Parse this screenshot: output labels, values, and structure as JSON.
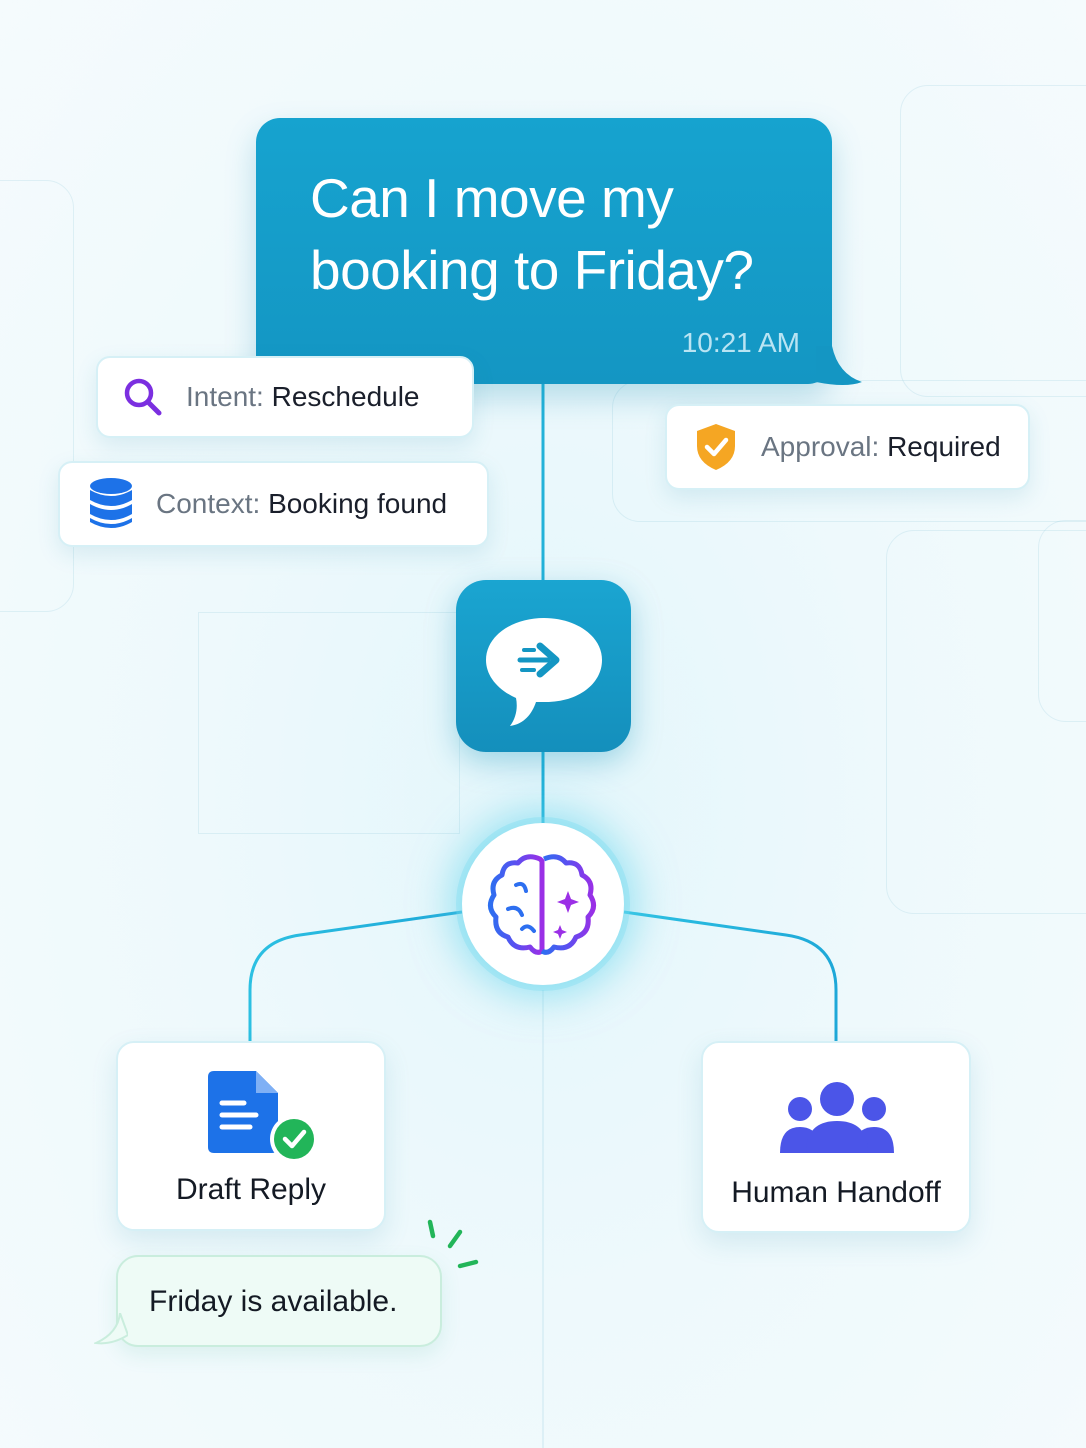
{
  "message": {
    "text": "Can I move my booking to Friday?",
    "time": "10:21 AM"
  },
  "chips": {
    "intent": {
      "label": "Intent:",
      "value": "Reschedule"
    },
    "context": {
      "label": "Context:",
      "value": "Booking found"
    },
    "approval": {
      "label": "Approval:",
      "value": "Required"
    }
  },
  "nodes": {
    "agent_icon": "chat-arrow-icon",
    "brain_icon": "brain-icon"
  },
  "outcomes": {
    "draft": {
      "label": "Draft Reply",
      "icon": "document-check-icon"
    },
    "handoff": {
      "label": "Human Handoff",
      "icon": "people-group-icon"
    }
  },
  "reply": {
    "text": "Friday is available."
  },
  "colors": {
    "primary": "#1496c3",
    "line": "#22b6dc",
    "intent_purple": "#7b2fe0",
    "database_blue": "#1d72e8",
    "shield_orange": "#f5a623",
    "check_green": "#22b559",
    "people_indigo": "#4b55e8"
  }
}
